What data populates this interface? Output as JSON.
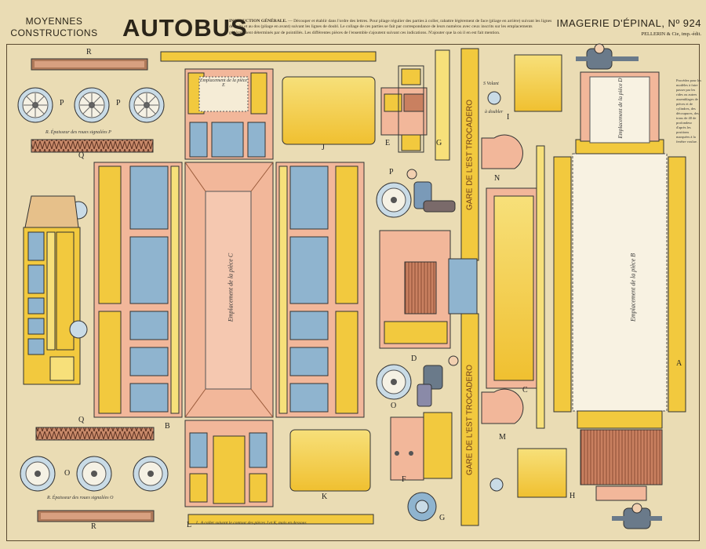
{
  "header": {
    "series_line1": "MOYENNES",
    "series_line2": "CONSTRUCTIONS",
    "title": "AUTOBUS",
    "instructions_heading": "INSTRUCTION GÉNÉRALE.",
    "instructions_text": "— Découper et établir dans l'ordre des lettres. Pour pliage régulier des parties à coller, rabattre légèrement de face (pliage en arrière) suivant les lignes de traits et au dos (pliage en avant) suivant les lignes de doubl. Le collage de ces parties se fait par correspondance de leurs numéros avec ceux inscrits sur les emplacements généralement déterminés par de pointillés. Les différentes pièces de l'ensemble s'ajoutent suivant ces indications. N'ajouter que la où il en est fait mention.",
    "publisher": "IMAGERIE D'ÉPINAL, Nº 924",
    "publisher_sub": "PELLERIN & Cie, imp.-édit."
  },
  "side_note": "Procédez pour les modèles à faire passer par les rides ou autres assemblages de pièces et de cylindres, des découpures, des trous de 40 de profondeur d'après les positions marquées à la fenêtre voulue.",
  "captions": {
    "wheels_top": "R. Épaisseur des roues signalées P",
    "wheels_bottom": "R. Épaisseur des roues signalées O",
    "piece_c": "Emplacement de la pièce C",
    "piece_b": "Emplacement de la pièce B",
    "piece_d": "Emplacement de la pièce D",
    "piece_e": "Emplacement de la pièce E",
    "volant": "S Volant",
    "a_doubler": "à doubler",
    "l_note": "L. A coller suivant le contour des pièces J et K, mais en dessous",
    "destination": "GARE DE L'EST  TROCADERO"
  },
  "letters": {
    "R1": "R",
    "P1": "P",
    "P2": "P",
    "Q1": "Q",
    "B": "B",
    "J": "J",
    "E": "E",
    "G1": "G",
    "I": "I",
    "N": "N",
    "P3": "P",
    "D": "D",
    "O1": "O",
    "C": "C",
    "A": "A",
    "F": "F",
    "K": "K",
    "M": "M",
    "H": "H",
    "G2": "G",
    "Q2": "Q",
    "O2": "O",
    "R2": "R",
    "L": "L",
    "S": "S"
  },
  "colors": {
    "paper": "#eadcb4",
    "yellow": "#f2c93e",
    "yellow_light": "#f7e07a",
    "salmon": "#f2b79a",
    "blue": "#8fb4cf",
    "brown": "#9a5a3a",
    "ink": "#3a3020"
  }
}
